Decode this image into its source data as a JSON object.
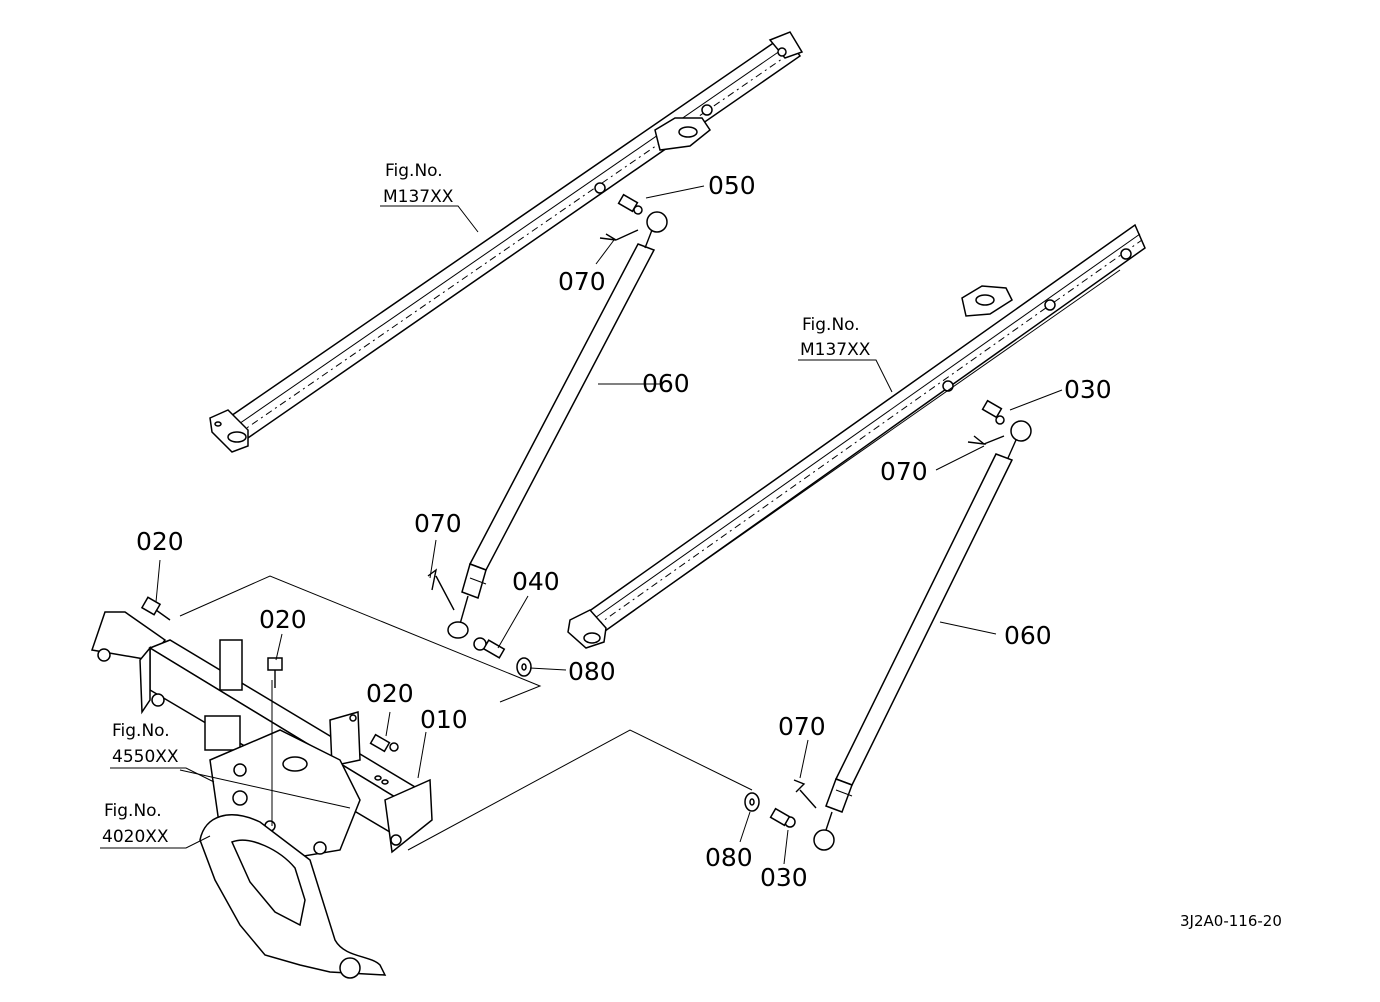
{
  "colors": {
    "ink": "#000000",
    "background": "#ffffff"
  },
  "fig_refs": [
    {
      "line1": "Fig.No.",
      "line2": "M137XX"
    },
    {
      "line1": "Fig.No.",
      "line2": "M137XX"
    },
    {
      "line1": "Fig.No.",
      "line2": "4550XX"
    },
    {
      "line1": "Fig.No.",
      "line2": "4020XX"
    }
  ],
  "callouts": {
    "c050": "050",
    "c070_a": "070",
    "c060_a": "060",
    "c030_a": "030",
    "c070_b": "070",
    "c070_c": "070",
    "c040": "040",
    "c080_a": "080",
    "c060_b": "060",
    "c020_a": "020",
    "c020_b": "020",
    "c020_c": "020",
    "c010": "010",
    "c070_d": "070",
    "c080_b": "080",
    "c030_b": "030"
  },
  "drawing_code": "3J2A0-116-20"
}
